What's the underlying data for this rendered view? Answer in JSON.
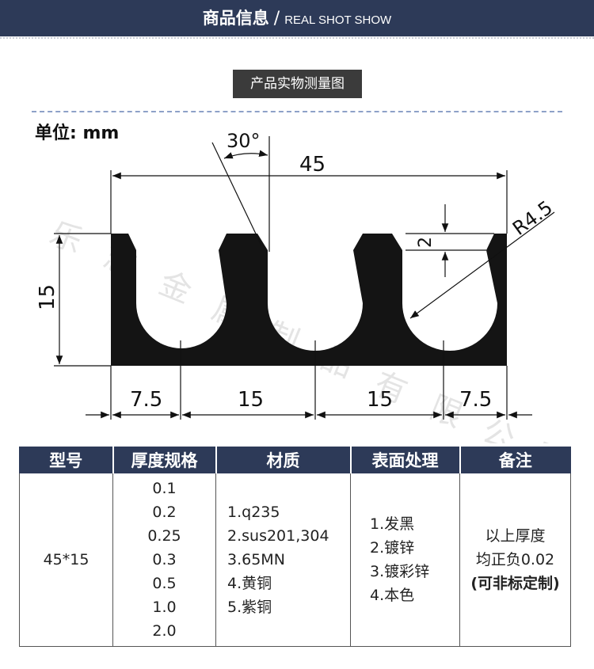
{
  "header": {
    "title_cn": "商品信息",
    "separator": "/",
    "title_en": "REAL SHOT SHOW"
  },
  "subtitle": "产品实物测量图",
  "unit_label": "单位: mm",
  "drawing": {
    "angle": "30°",
    "width_total": "45",
    "height": "15",
    "radius": "R4.5",
    "depth_step": "2",
    "bottom_dims": [
      "7.5",
      "15",
      "15",
      "7.5"
    ],
    "watermark": [
      "乐",
      "志",
      "金",
      "属",
      "制",
      "品",
      "有",
      "限",
      "公",
      "司"
    ]
  },
  "table": {
    "headers": [
      "型号",
      "厚度规格",
      "材质",
      "表面处理",
      "备注"
    ],
    "model": "45*15",
    "thickness": [
      "0.1",
      "0.2",
      "0.25",
      "0.3",
      "0.5",
      "1.0",
      "2.0"
    ],
    "materials": [
      "1.q235",
      "2.sus201,304",
      "3.65MN",
      "4.黄铜",
      "5.紫铜"
    ],
    "surface": [
      "1.发黑",
      "2.镀锌",
      "3.镀彩锌",
      "4.本色"
    ],
    "notes": [
      "以上厚度",
      "均正负0.02",
      "(可非标定制)"
    ]
  },
  "colors": {
    "header_bg": "#2d3a58",
    "profile_fill": "#141414",
    "subtitle_bg": "#3b3b3b",
    "dashed_line": "#8ea1c8"
  }
}
